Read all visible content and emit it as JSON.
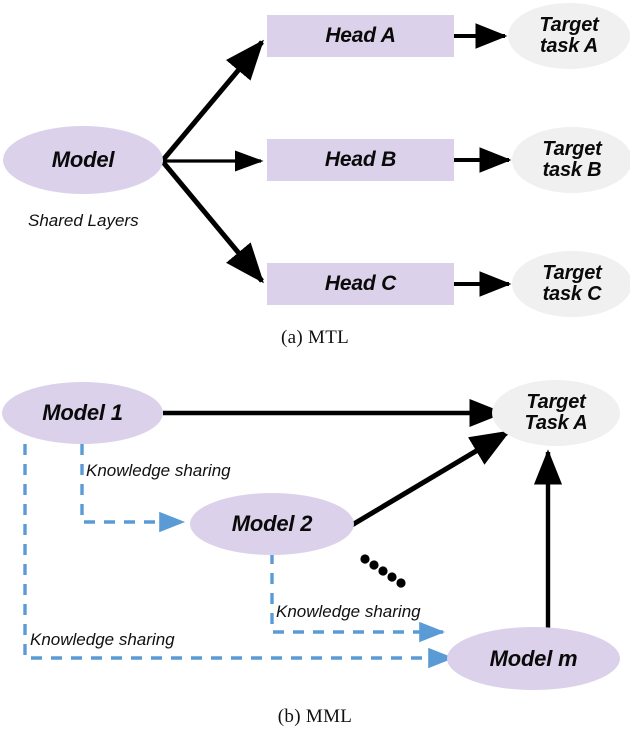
{
  "figure": {
    "panels": [
      {
        "id": "mtl",
        "caption": "(a)  MTL",
        "nodes": {
          "model": "Model",
          "shared_layers": "Shared Layers",
          "head_a": "Head A",
          "head_b": "Head B",
          "head_c": "Head C",
          "target_a": "Target\ntask A",
          "target_b": "Target\ntask B",
          "target_c": "Target\ntask C"
        }
      },
      {
        "id": "mml",
        "caption": "(b)  MML",
        "nodes": {
          "model_1": "Model 1",
          "model_2": "Model 2",
          "model_m": "Model m",
          "target_task_a": "Target\nTask A"
        },
        "edge_labels": {
          "ks_1": "Knowledge sharing",
          "ks_2": "Knowledge sharing",
          "ks_3": "Knowledge sharing"
        },
        "ellipsis": "•••••"
      }
    ]
  },
  "colors": {
    "node_purple": "#dbd1ea",
    "node_gray": "#f0f0f0",
    "arrow_solid": "#000000",
    "arrow_dashed": "#5b9bd5",
    "text": "#111111",
    "background": "#ffffff"
  }
}
